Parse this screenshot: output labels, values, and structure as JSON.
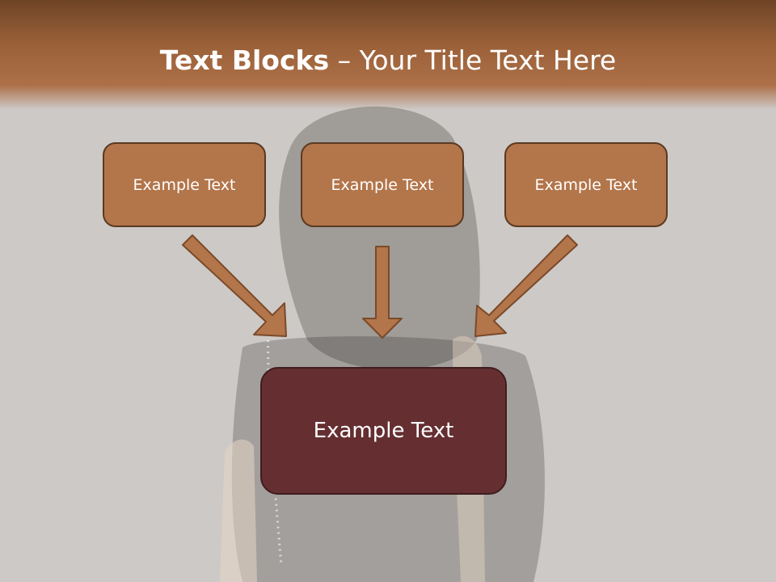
{
  "title": {
    "strong": "Text Blocks",
    "rest": " – Your Title Text Here"
  },
  "blocks": {
    "left": "Example Text",
    "center": "Example Text",
    "right": "Example Text",
    "bottom": "Example Text"
  },
  "colors": {
    "title_band": "#a86c44",
    "box_fill": "#b3754a",
    "box_border": "#5a3a22",
    "bottom_fill": "#652f32",
    "arrow_fill": "#b3754a",
    "arrow_stroke": "#7a4a2a",
    "background": "#cdc9c6"
  }
}
